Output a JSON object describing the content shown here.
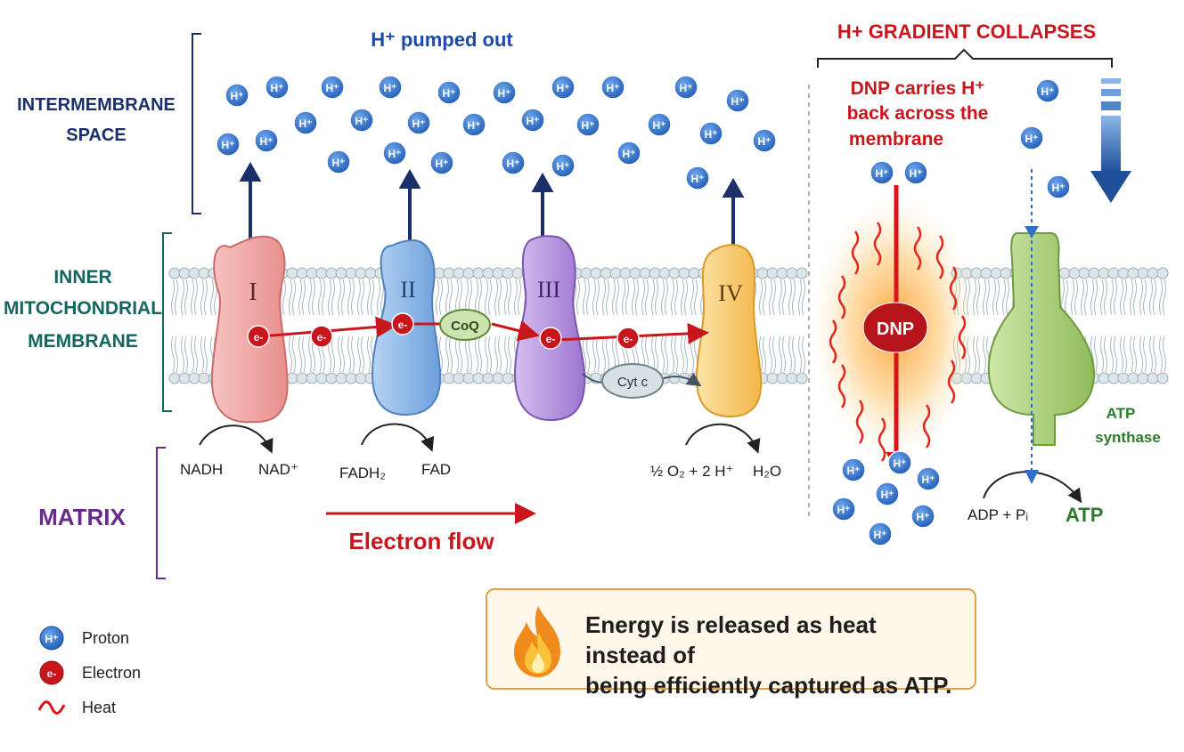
{
  "regions": {
    "intermembrane_line1": "INTERMEMBRANE",
    "intermembrane_line2": "SPACE",
    "inner_line1": "INNER",
    "inner_line2": "MITOCHONDRIAL",
    "inner_line3": "MEMBRANE",
    "matrix": "MATRIX"
  },
  "headers": {
    "pumped_out": "H⁺ pumped out",
    "gradient_collapses": "H+ GRADIENT COLLAPSES",
    "dnp_carries_line1": "DNP carries H⁺",
    "dnp_carries_line2": "back across the",
    "dnp_carries_line3": "membrane"
  },
  "complexes": {
    "c1": "I",
    "c2": "II",
    "c3": "III",
    "c4": "IV",
    "coq": "CoQ",
    "cytc": "Cyt c",
    "dnp": "DNP",
    "atp_synthase_line1": "ATP",
    "atp_synthase_line2": "synthase"
  },
  "particles": {
    "proton": "H⁺",
    "electron": "e-"
  },
  "reactions": {
    "nadh": "NADH",
    "nad": "NAD⁺",
    "fadh2": "FADH₂",
    "fad": "FAD",
    "oxygen": "½ O₂ + 2 H⁺",
    "water": "H₂O",
    "adp": "ADP + Pᵢ",
    "atp": "ATP"
  },
  "electron_flow": "Electron flow",
  "callout": {
    "line1": "Energy is released as heat instead of",
    "line2": "being efficiently captured as ATP."
  },
  "legend": [
    {
      "icon": "proton-icon",
      "label": "Proton"
    },
    {
      "icon": "electron-icon",
      "label": "Electron"
    },
    {
      "icon": "heat-wave-icon",
      "label": "Heat"
    }
  ],
  "colors": {
    "navy": "#1b2f6b",
    "teal": "#14665e",
    "purple": "#6a2a8a",
    "red": "#c8161d",
    "proton_blue": "#2f6fc6",
    "complex_i": "#f2a8a6",
    "complex_ii": "#8cb8e8",
    "complex_iii": "#b796dd",
    "complex_iv": "#f7cf7c",
    "atp_synthase": "#a9cd7a"
  }
}
